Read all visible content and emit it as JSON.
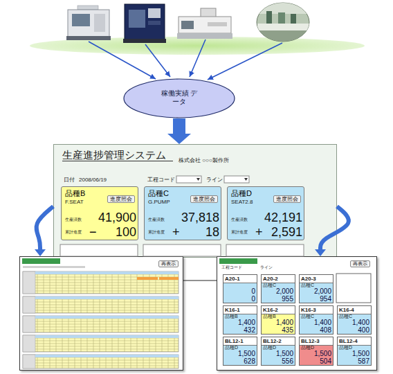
{
  "diagram": {
    "nodes": [
      {
        "text": [
          "稼働実績 データ"
        ]
      },
      {
        "text": [
          "生産進捗管理システム",
          "株式会社 ○○○製作所",
          "日付",
          "2008/06/19",
          "工程コード",
          "ライン"
        ]
      },
      {
        "text": [
          "品種B",
          "F.SEAT",
          "進度照会",
          "生産済数",
          "41,900",
          "累計進度",
          "−",
          "100"
        ],
        "in": 1
      },
      {
        "text": [
          "品種C",
          "G.PUMP",
          "進度照会",
          "生産済数",
          "37,818",
          "累計進度",
          "+",
          "18"
        ],
        "in": 1
      },
      {
        "text": [
          "品種D",
          "SEAT2.8",
          "進度照会",
          "生産済数",
          "42,191",
          "累計進度",
          "+",
          "2,591"
        ],
        "in": 1
      },
      {
        "text": [
          "再表示"
        ]
      },
      {
        "text": [
          "工程コード",
          "ライン",
          "再表示"
        ]
      },
      {
        "text": [
          "A20-1",
          "0",
          "0"
        ],
        "in": 6
      },
      {
        "text": [
          "A20-2",
          "品種C",
          "2,000",
          "955"
        ],
        "in": 6
      },
      {
        "text": [
          "A20-3",
          "品種C",
          "2,000",
          "954"
        ],
        "in": 6
      },
      {
        "text": [
          "K16-1",
          "品種B",
          "1,400",
          "432"
        ],
        "in": 6
      },
      {
        "text": [
          "K16-2",
          "品種B",
          "1,400",
          "435"
        ],
        "in": 6
      },
      {
        "text": [
          "K16-3",
          "品種C",
          "1,400",
          "408"
        ],
        "in": 6
      },
      {
        "text": [
          "K16-4",
          "品種C",
          "1,400",
          "400"
        ],
        "in": 6
      },
      {
        "text": [
          "BL12-1",
          "品種D",
          "1,500",
          "628"
        ],
        "in": 6
      },
      {
        "text": [
          "BL12-2",
          "品種D",
          "1,500",
          "556"
        ],
        "in": 6
      },
      {
        "text": [
          "BL12-3",
          "品種D",
          "1,500",
          "504"
        ],
        "in": 6
      },
      {
        "text": [
          "BL12-4",
          "品種D",
          "1,500",
          "587"
        ],
        "in": 6
      }
    ],
    "edges": [
      {
        "from": 0,
        "to": 1,
        "arrow": "to"
      },
      {
        "from": 1,
        "to": 5,
        "arrow": "to"
      },
      {
        "from": 1,
        "to": 6,
        "arrow": "to"
      },
      {
        "from": 5,
        "to": 6,
        "arrow": "none"
      }
    ]
  }
}
